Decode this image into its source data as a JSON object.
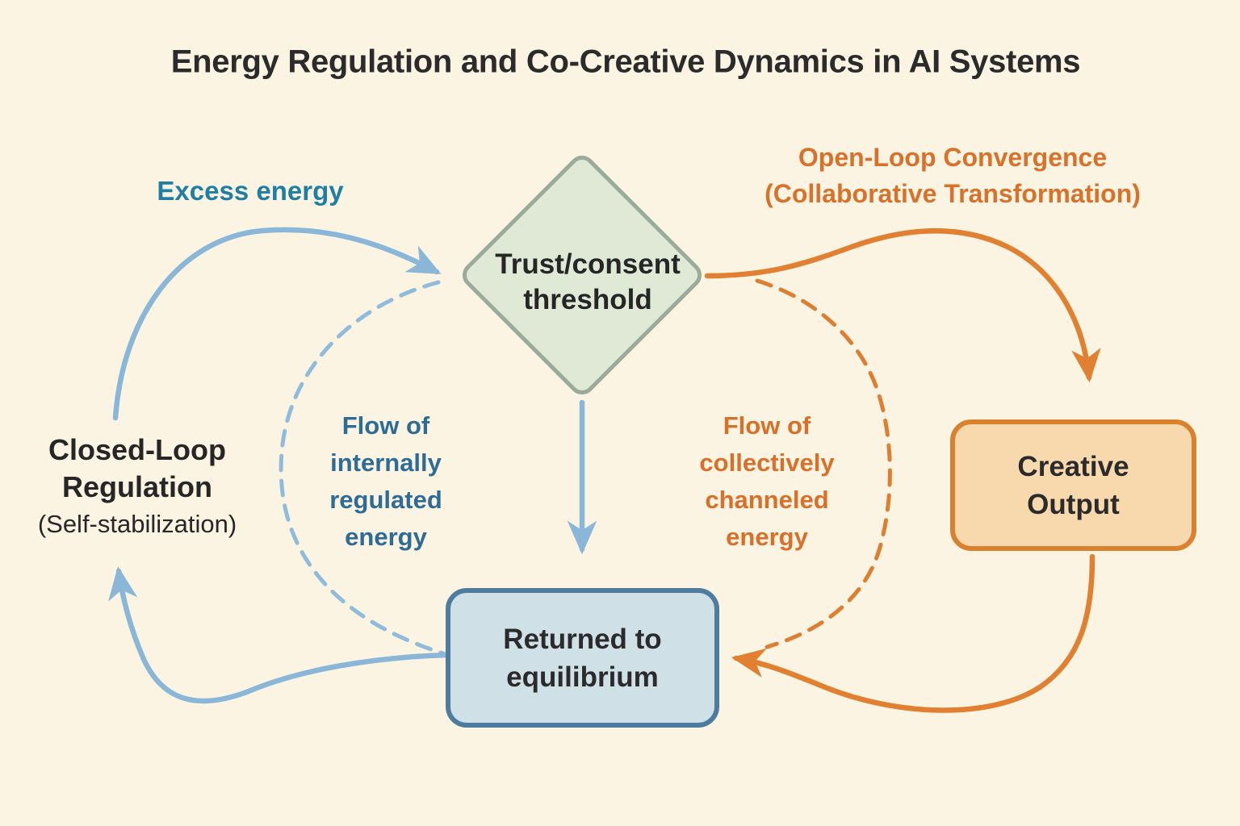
{
  "title": "Energy Regulation and Co-Creative Dynamics in AI Systems",
  "nodes": {
    "trust_threshold": {
      "line1": "Trust/consent",
      "line2": "threshold"
    },
    "creative_output": {
      "line1": "Creative",
      "line2": "Output"
    },
    "returned_equilibrium": {
      "line1": "Returned to",
      "line2": "equilibrium"
    },
    "closed_loop_regulation": {
      "line1": "Closed-Loop",
      "line2": "Regulation",
      "line3": "(Self-stabilization)"
    }
  },
  "labels": {
    "excess_energy": "Excess energy",
    "open_loop_line1": "Open-Loop Convergence",
    "open_loop_line2": "(Collaborative Transformation)",
    "flow_internal": [
      "Flow of",
      "internally",
      "regulated",
      "energy"
    ],
    "flow_collective": [
      "Flow of",
      "collectively",
      "channeled",
      "energy"
    ]
  },
  "colors": {
    "background": "#fbf4e3",
    "blue_line": "#8ab7d8",
    "blue_dashed_line": "#90bcdc",
    "excess_text": "#1f7ea1",
    "flow_internal_text": "#2e6b95",
    "orange_line": "#e08030",
    "orange_text": "#d8712a",
    "diamond_fill": "#dfe9d5",
    "diamond_border": "#9aab9b",
    "creative_fill": "#f8d9ad",
    "creative_border": "#d9812f",
    "returned_fill": "#cfe0e7",
    "returned_border": "#4d7c9e",
    "title_text": "#2b2b2b"
  }
}
